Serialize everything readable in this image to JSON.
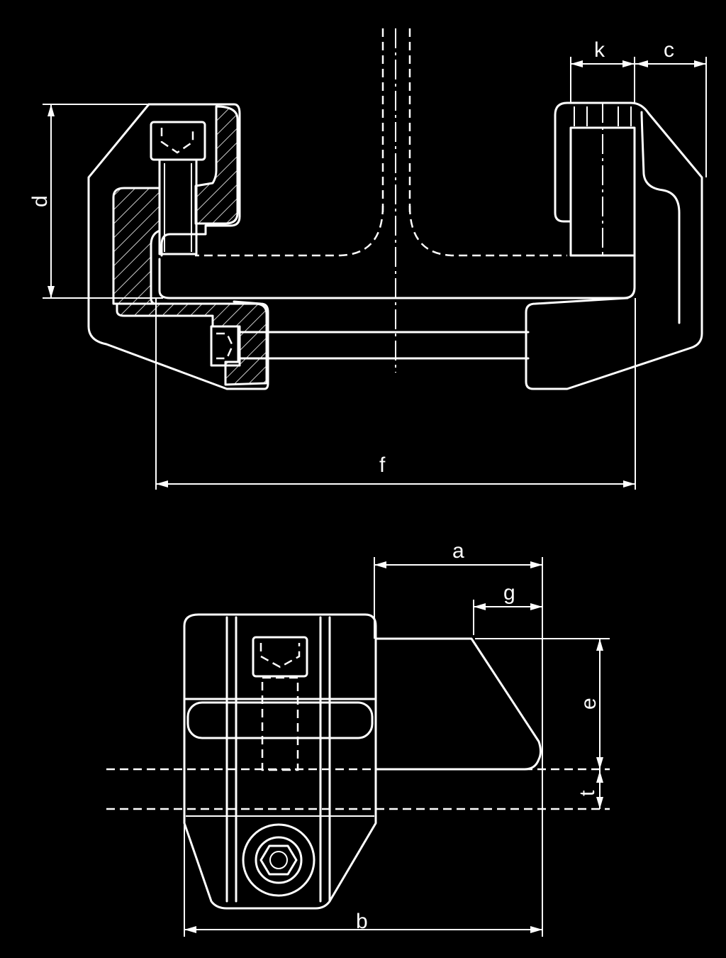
{
  "dimensions": {
    "k": "k",
    "c": "c",
    "d": "d",
    "f": "f",
    "a": "a",
    "g": "g",
    "e": "e",
    "t": "t",
    "b": "b"
  }
}
